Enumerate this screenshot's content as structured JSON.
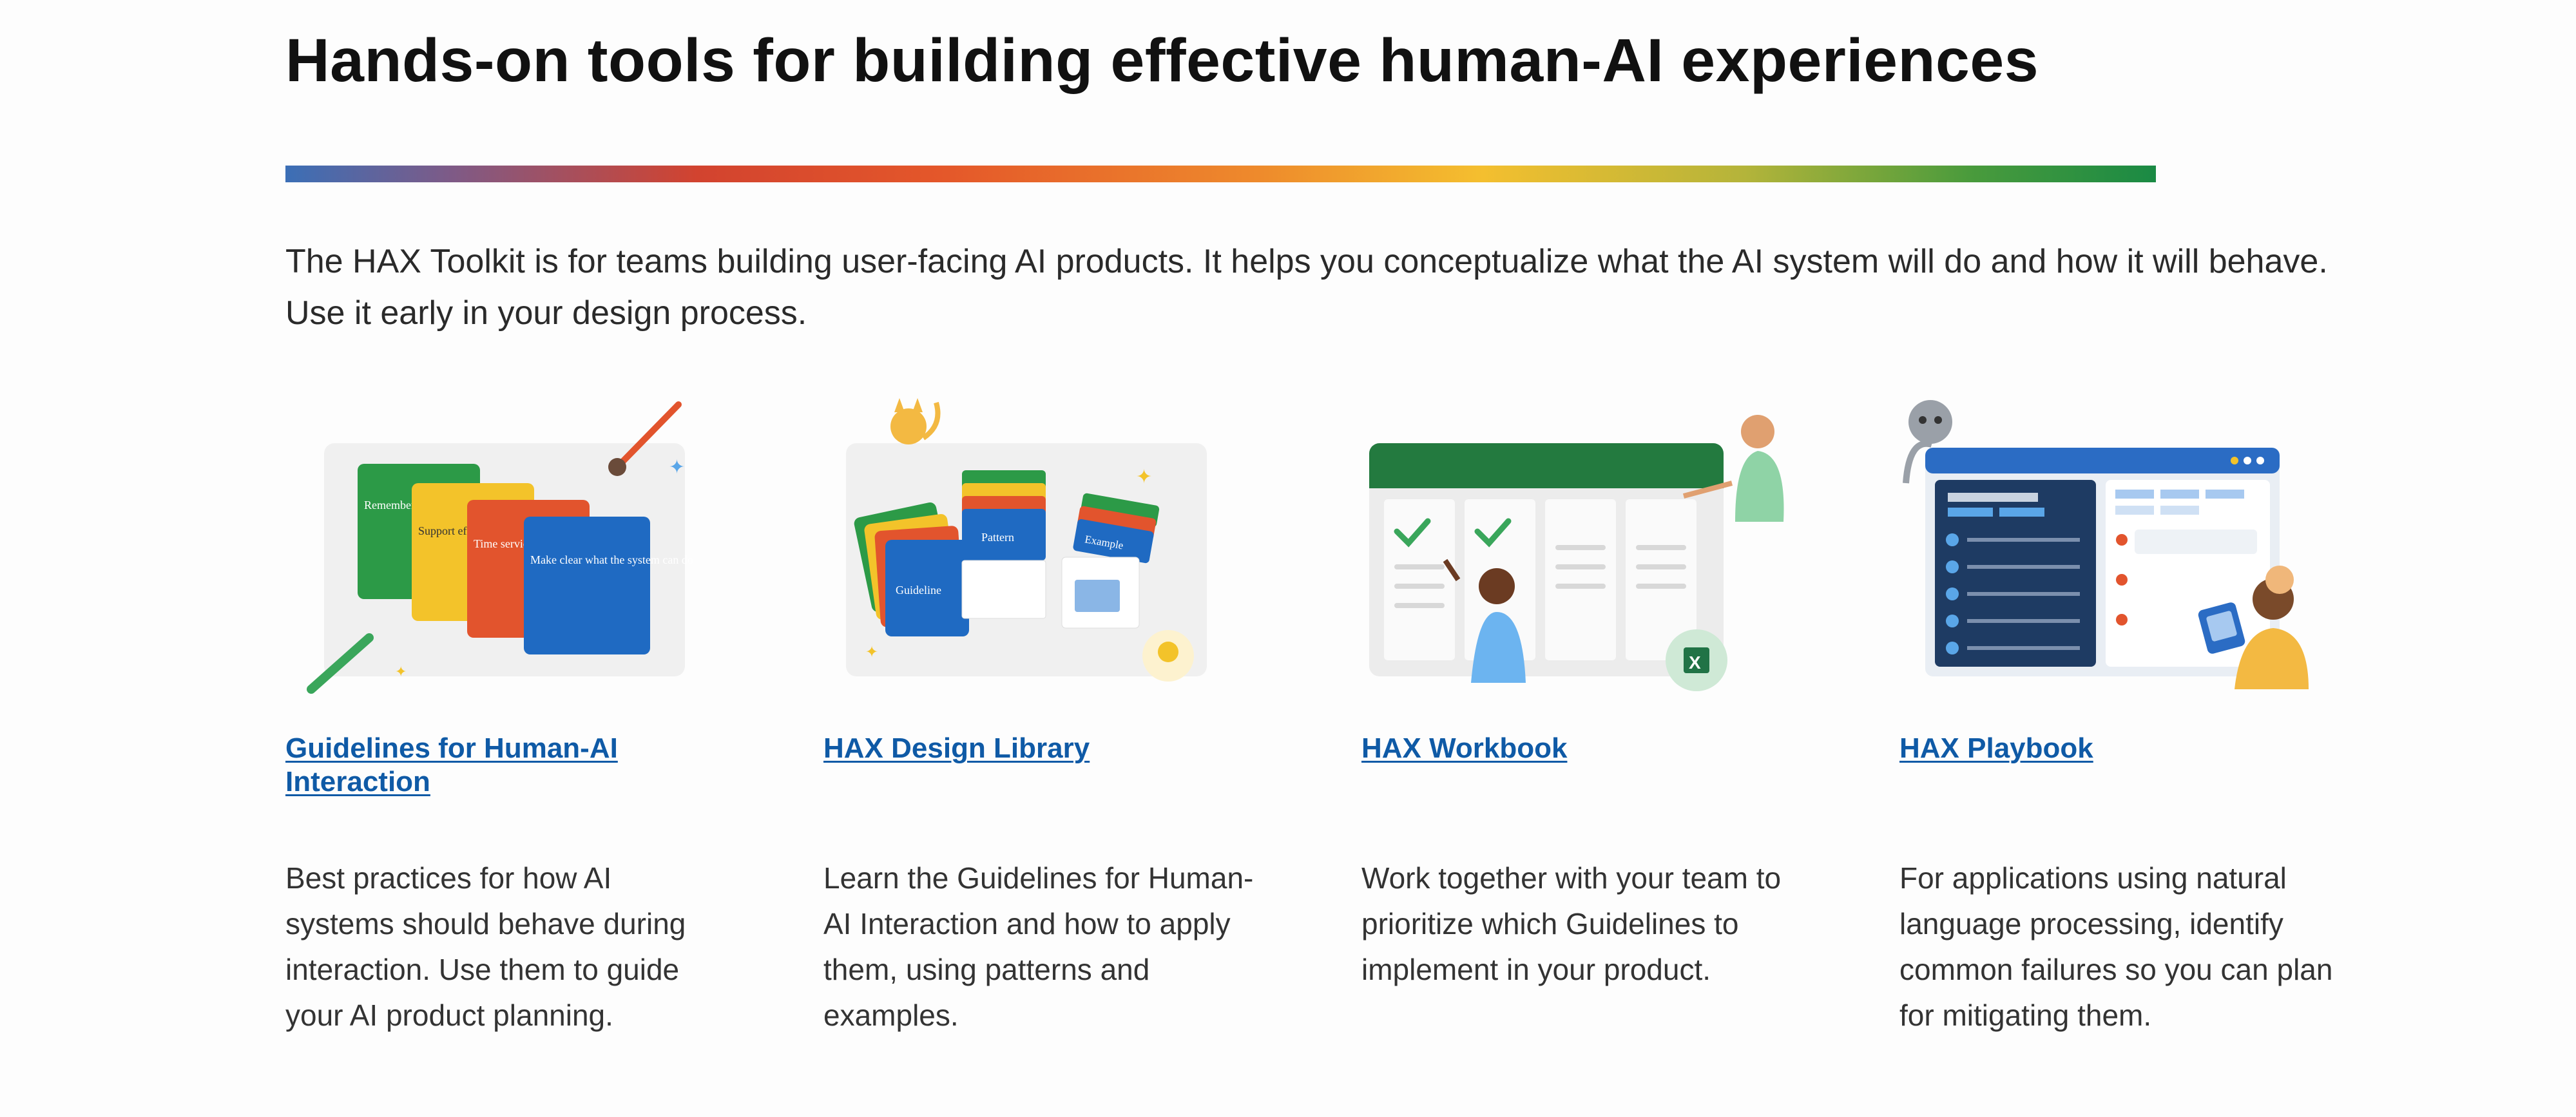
{
  "page": {
    "heading": "Hands-on tools for building effective human-AI experiences",
    "intro": "The HAX Toolkit is for teams building user-facing AI products. It helps you conceptualize what the AI system will do and how it will behave. Use it early in your design process."
  },
  "colors": {
    "link": "#0f5aa6",
    "gradient": [
      "#3b6fb6",
      "#d2432f",
      "#ee8a2c",
      "#f4bf2f",
      "#1a8a44"
    ]
  },
  "cards": [
    {
      "title": "Guidelines for Human-AI Interaction",
      "description": "Best practices for how AI systems should behave during interaction. Use them to guide your AI product planning.",
      "illustration": {
        "card_texts": [
          "Remember recent interactions",
          "Support efficient dismissal",
          "Time services based on context",
          "Make clear what the system can do"
        ]
      }
    },
    {
      "title": "HAX Design Library",
      "description": "Learn the Guidelines for Human-AI Interaction and how to apply them, using patterns and examples.",
      "illustration": {
        "card_texts": [
          "Guideline",
          "Pattern",
          "Example"
        ]
      }
    },
    {
      "title": "HAX Workbook",
      "description": "Work together with your team to prioritize which Guidelines to implement in your product.",
      "illustration": {}
    },
    {
      "title": "HAX Playbook",
      "description": "For applications using natural language processing, identify common failures so you can plan for mitigating them.",
      "illustration": {}
    }
  ]
}
